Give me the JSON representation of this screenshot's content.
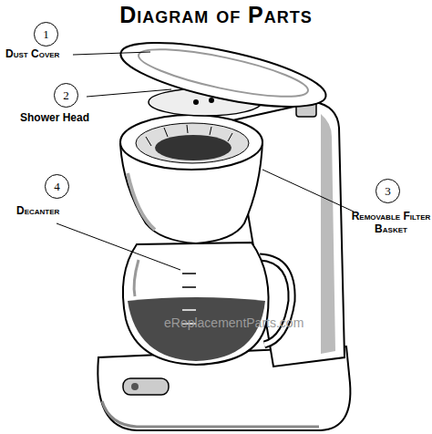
{
  "diagram": {
    "title": "Diagram of Parts",
    "nodes": [
      {
        "text": [
          "1"
        ]
      },
      {
        "text": [
          "2"
        ]
      },
      {
        "text": [
          "4"
        ]
      },
      {
        "text": [
          "3"
        ]
      }
    ],
    "labels": [
      "Dust Cover",
      "Shower Head",
      "Decanter",
      "Removable Filter Basket",
      "eReplacementParts.com"
    ]
  }
}
